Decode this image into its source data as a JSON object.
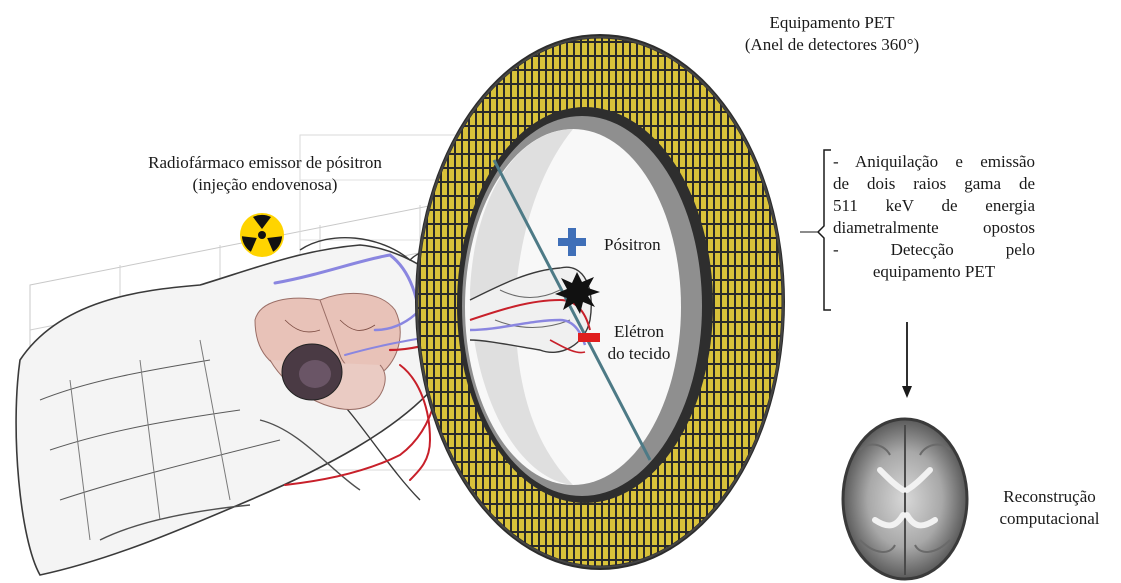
{
  "pet_title": {
    "line1": "Equipamento PET",
    "line2": "(Anel de detectores 360°)"
  },
  "radiopharm": {
    "line1": "Radiofármaco emissor de pósitron",
    "line2": "(injeção endovenosa)"
  },
  "positron_label": "Pósitron",
  "electron_label": {
    "line1": "Elétron",
    "line2": "do tecido"
  },
  "annihilation_notes": {
    "line1": "- Aniquilação e emissão",
    "line2": "de dois raios gama de",
    "line3": "511 keV de energia",
    "line4": "diametralmente opostos",
    "line5": "- Detecção pelo",
    "line6": "equipamento PET"
  },
  "reconstruction": {
    "line1": "Reconstrução",
    "line2": "computacional"
  },
  "icons": [
    "radiation-hazard-icon",
    "plus-icon",
    "minus-icon",
    "annihilation-burst-icon",
    "arrow-down-icon"
  ],
  "colors": {
    "ring_detector": "#d9c23a",
    "ring_frame": "#3a3a3a",
    "positron_blue": "#3f6fb8",
    "electron_red": "#e01e1e",
    "vein_blue": "#8a86e0",
    "artery_red": "#c8202a",
    "gamma_line": "#4d7a86"
  }
}
